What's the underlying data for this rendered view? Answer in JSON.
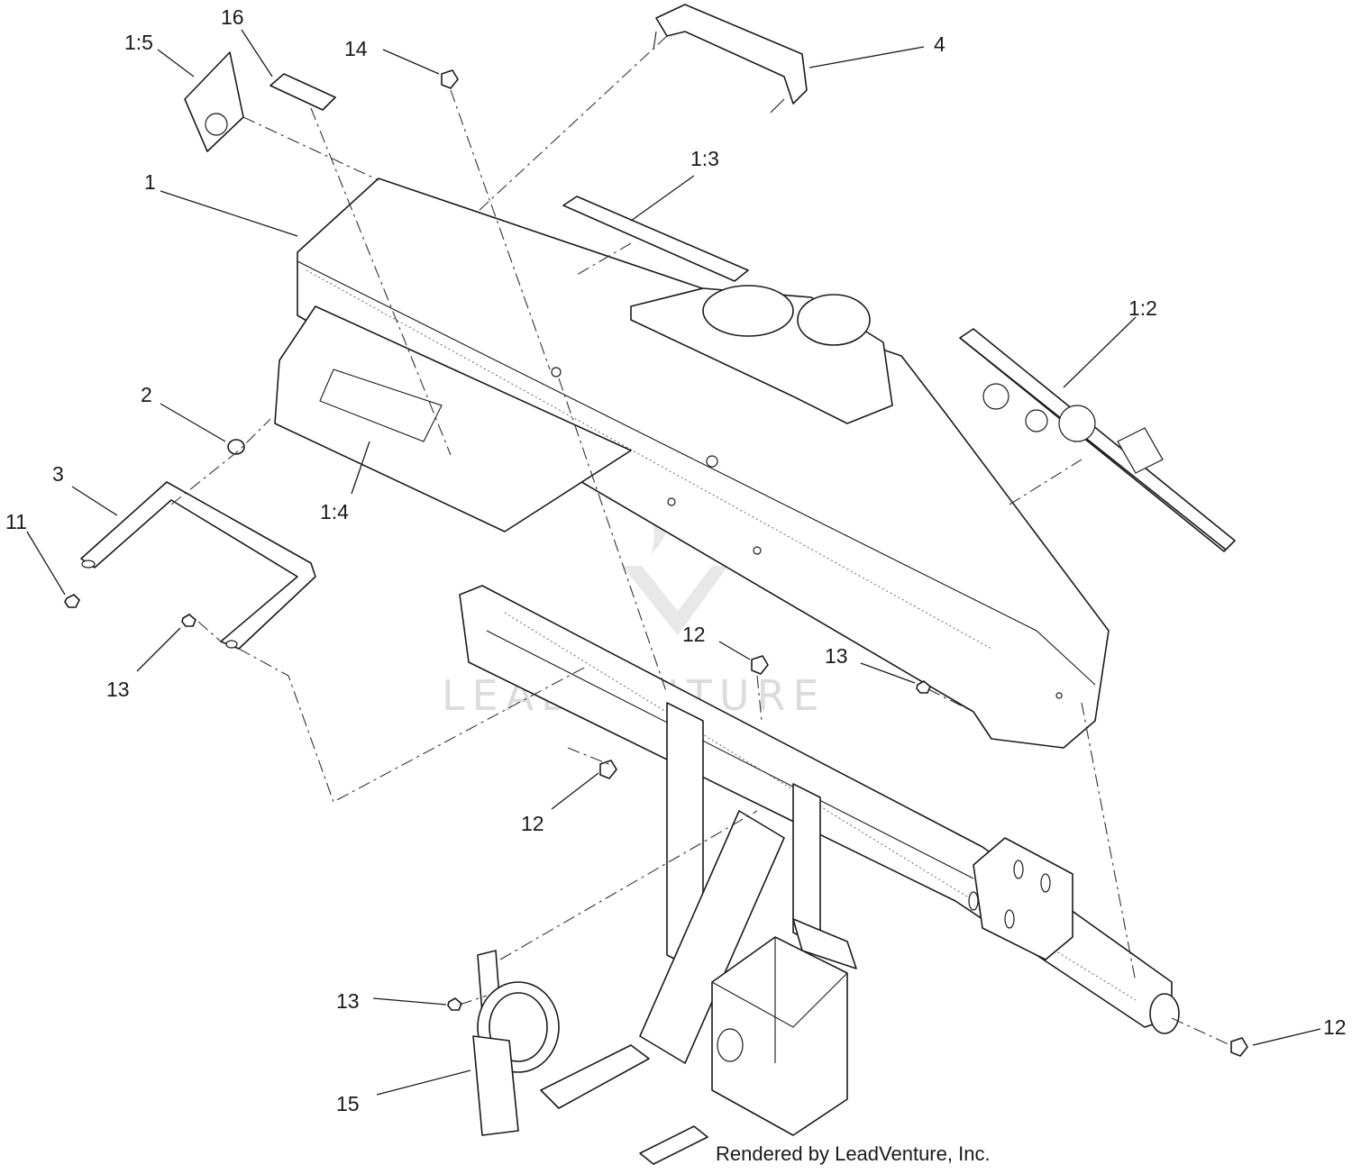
{
  "callouts": [
    {
      "id": "1",
      "label": "1"
    },
    {
      "id": "1_2",
      "label": "1:2"
    },
    {
      "id": "1_3",
      "label": "1:3"
    },
    {
      "id": "1_4",
      "label": "1:4"
    },
    {
      "id": "1_5",
      "label": "1:5"
    },
    {
      "id": "2",
      "label": "2"
    },
    {
      "id": "3",
      "label": "3"
    },
    {
      "id": "4",
      "label": "4"
    },
    {
      "id": "11",
      "label": "11"
    },
    {
      "id": "12a",
      "label": "12"
    },
    {
      "id": "12b",
      "label": "12"
    },
    {
      "id": "12c",
      "label": "12"
    },
    {
      "id": "13a",
      "label": "13"
    },
    {
      "id": "13b",
      "label": "13"
    },
    {
      "id": "13c",
      "label": "13"
    },
    {
      "id": "14",
      "label": "14"
    },
    {
      "id": "15",
      "label": "15"
    },
    {
      "id": "16",
      "label": "16"
    }
  ],
  "watermark": {
    "text": "LEADVENTURE"
  },
  "footer": {
    "credit": "Rendered by LeadVenture, Inc."
  },
  "colors": {
    "line": "#1a1a1a",
    "watermark": "#d9d9d9",
    "background": "#ffffff"
  }
}
